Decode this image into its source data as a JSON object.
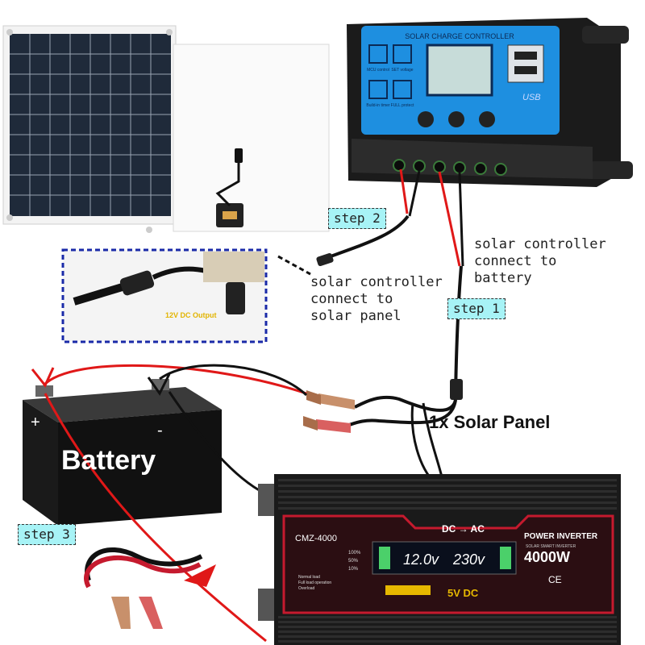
{
  "steps": {
    "step1": "step 1",
    "step2": "step 2",
    "step3": "step 3"
  },
  "notes": {
    "controller_to_battery": "solar controller\nconnect to\nbattery",
    "controller_to_panel": "solar controller\nconnect to\nsolar panel"
  },
  "panel_caption": "1x Solar Panel",
  "connector_inset_label": "12V DC Output",
  "battery": {
    "label": "Battery",
    "plus": "+",
    "minus": "-"
  },
  "controller": {
    "title": "SOLAR CHARGE CONTROLLER",
    "usb": "USB",
    "icons": [
      "MCU control",
      "SET voltage",
      "Build-in timer",
      "FULL protect"
    ]
  },
  "inverter": {
    "model": "CMZ-4000",
    "dc_ac": "DC → AC",
    "brand": "POWER INVERTER",
    "sub_brand": "SOLAR SMART INVERTER",
    "power": "4000W",
    "display_volt_in": "12.0v",
    "display_volt_out": "230v",
    "usb_out": "5V DC",
    "scale": [
      "100%",
      "50%",
      "10%"
    ],
    "load_legend": [
      "Normal load",
      "Full load operation",
      "Overload"
    ],
    "certs": "CE"
  },
  "colors": {
    "controller_blue": "#1e8fe0",
    "wire_red": "#e01818",
    "wire_black": "#111111",
    "step_bg": "#a7f3f6",
    "inset_border": "#1a2aa8"
  }
}
